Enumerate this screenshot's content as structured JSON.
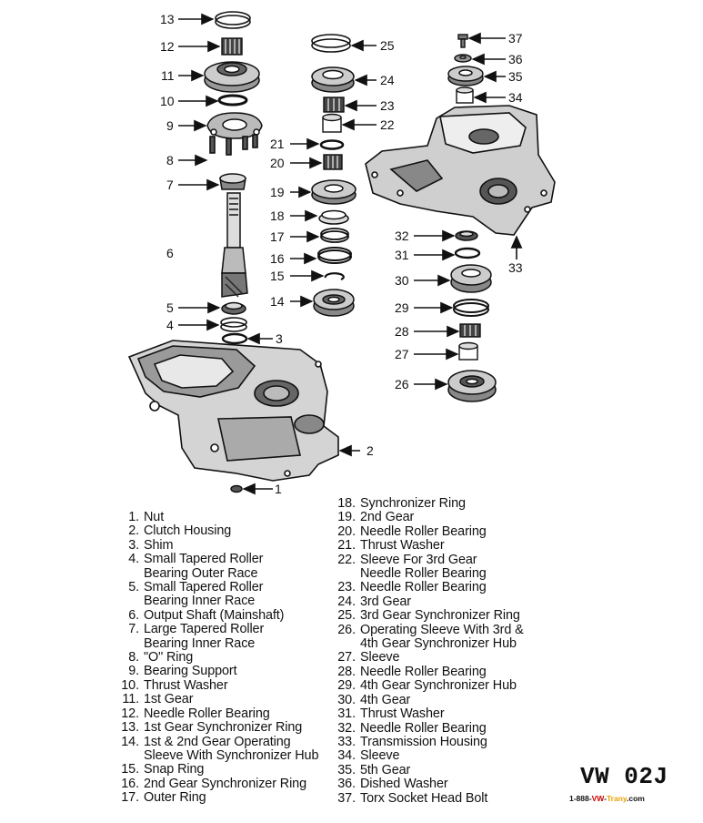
{
  "callout_numbers": [
    "1",
    "2",
    "3",
    "4",
    "5",
    "6",
    "7",
    "8",
    "9",
    "10",
    "11",
    "12",
    "13",
    "14",
    "15",
    "16",
    "17",
    "18",
    "19",
    "20",
    "21",
    "22",
    "23",
    "24",
    "25",
    "26",
    "27",
    "28",
    "29",
    "30",
    "31",
    "32",
    "33",
    "34",
    "35",
    "36",
    "37"
  ],
  "legend_left": [
    {
      "num": "1.",
      "text": "Nut",
      "cont": ""
    },
    {
      "num": "2.",
      "text": "Clutch Housing",
      "cont": ""
    },
    {
      "num": "3.",
      "text": "Shim",
      "cont": ""
    },
    {
      "num": "4.",
      "text": "Small Tapered Roller",
      "cont": "Bearing Outer Race"
    },
    {
      "num": "5.",
      "text": "Small Tapered Roller",
      "cont": "Bearing Inner Race"
    },
    {
      "num": "6.",
      "text": "Output Shaft (Mainshaft)",
      "cont": ""
    },
    {
      "num": "7.",
      "text": "Large Tapered Roller",
      "cont": "Bearing Inner Race"
    },
    {
      "num": "8.",
      "text": "\"O\" Ring",
      "cont": ""
    },
    {
      "num": "9.",
      "text": "Bearing Support",
      "cont": ""
    },
    {
      "num": "10.",
      "text": "Thrust Washer",
      "cont": ""
    },
    {
      "num": "11.",
      "text": "1st Gear",
      "cont": ""
    },
    {
      "num": "12.",
      "text": "Needle Roller Bearing",
      "cont": ""
    },
    {
      "num": "13.",
      "text": "1st Gear Synchronizer Ring",
      "cont": ""
    },
    {
      "num": "14.",
      "text": "1st & 2nd Gear Operating",
      "cont": "Sleeve With Synchronizer Hub"
    },
    {
      "num": "15.",
      "text": "Snap Ring",
      "cont": ""
    },
    {
      "num": "16.",
      "text": "2nd Gear Synchronizer Ring",
      "cont": ""
    },
    {
      "num": "17.",
      "text": "Outer Ring",
      "cont": ""
    }
  ],
  "legend_right": [
    {
      "num": "18.",
      "text": "Synchronizer Ring",
      "cont": ""
    },
    {
      "num": "19.",
      "text": "2nd Gear",
      "cont": ""
    },
    {
      "num": "20.",
      "text": "Needle Roller Bearing",
      "cont": ""
    },
    {
      "num": "21.",
      "text": "Thrust Washer",
      "cont": ""
    },
    {
      "num": "22.",
      "text": "Sleeve For 3rd Gear",
      "cont": "Needle Roller Bearing"
    },
    {
      "num": "23.",
      "text": "Needle Roller Bearing",
      "cont": ""
    },
    {
      "num": "24.",
      "text": "3rd Gear",
      "cont": ""
    },
    {
      "num": "25.",
      "text": "3rd Gear Synchronizer Ring",
      "cont": ""
    },
    {
      "num": "26.",
      "text": "Operating Sleeve With 3rd &",
      "cont": "4th Gear Synchronizer Hub"
    },
    {
      "num": "27.",
      "text": "Sleeve",
      "cont": ""
    },
    {
      "num": "28.",
      "text": "Needle Roller Bearing",
      "cont": ""
    },
    {
      "num": "29.",
      "text": "4th Gear Synchronizer Hub",
      "cont": ""
    },
    {
      "num": "30.",
      "text": "4th Gear",
      "cont": ""
    },
    {
      "num": "31.",
      "text": "Thrust Washer",
      "cont": ""
    },
    {
      "num": "32.",
      "text": "Needle Roller Bearing",
      "cont": ""
    },
    {
      "num": "33.",
      "text": "Transmission Housing",
      "cont": ""
    },
    {
      "num": "34.",
      "text": "Sleeve",
      "cont": ""
    },
    {
      "num": "35.",
      "text": "5th Gear",
      "cont": ""
    },
    {
      "num": "36.",
      "text": "Dished Washer",
      "cont": ""
    },
    {
      "num": "37.",
      "text": "Torx Socket Head Bolt",
      "cont": ""
    }
  ],
  "brand": {
    "title": "VW 02J",
    "phone_prefix": "1-888-",
    "phone_vw": "VW",
    "phone_dash": "-",
    "phone_trany": "Trany",
    "phone_suffix": ".com"
  },
  "colors": {
    "ink": "#111111",
    "brand_red": "#cc0000",
    "brand_orange": "#e8a000"
  }
}
